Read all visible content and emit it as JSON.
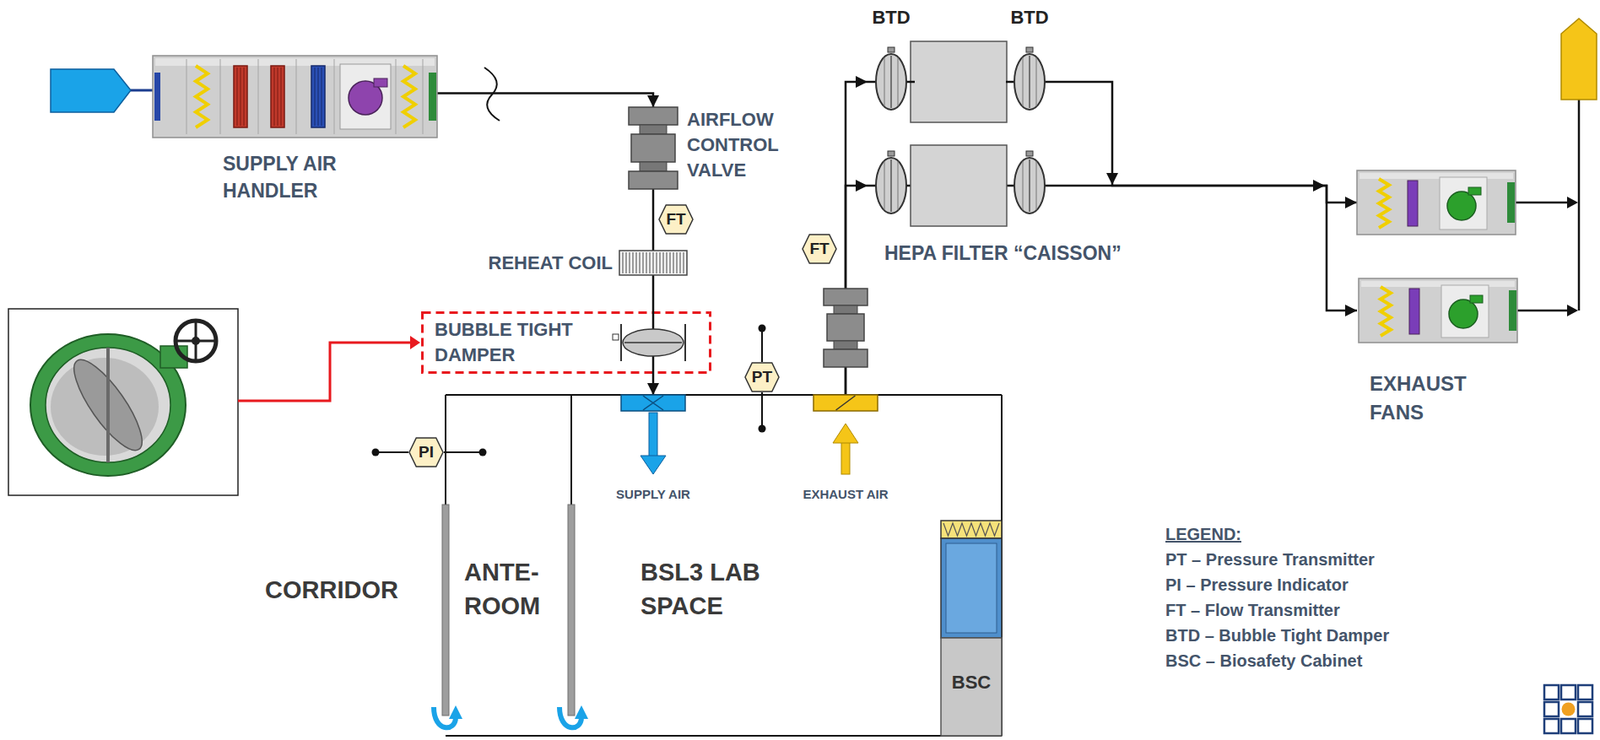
{
  "diagram": {
    "nodes": [
      {
        "text": [
          "SUPPLY AIR HANDLER"
        ]
      },
      {
        "text": [
          "AIRFLOW CONTROL VALVE"
        ]
      },
      {
        "text": [
          "FT"
        ]
      },
      {
        "text": [
          "REHEAT COIL"
        ]
      },
      {
        "text": [
          "BUBBLE TIGHT DAMPER"
        ]
      },
      {
        "text": [
          "ANTE- ROOM"
        ]
      },
      {
        "text": [
          "BSL3 LAB SPACE"
        ]
      },
      {
        "text": [
          "SUPPLY AIR"
        ],
        "in": 6
      },
      {
        "text": [
          "EXHAUST AIR"
        ],
        "in": 6
      },
      {
        "text": [
          "BSC"
        ],
        "in": 6
      },
      {
        "text": [
          "PT"
        ]
      },
      {
        "text": [
          "PI"
        ]
      },
      {
        "text": [
          "FT"
        ]
      },
      {
        "text": [
          "BTD"
        ]
      },
      {
        "text": [
          "BTD"
        ]
      },
      {
        "text": [
          "HEPA FILTER “CAISSON”"
        ]
      },
      {
        "text": [
          "EXHAUST FANS"
        ]
      }
    ],
    "edges": [
      {
        "from": 0,
        "to": 1,
        "arrow": "to"
      },
      {
        "from": 1,
        "to": 3,
        "arrow": "none"
      },
      {
        "from": 3,
        "to": 4,
        "arrow": "none"
      },
      {
        "from": 4,
        "to": 7,
        "arrow": "to"
      },
      {
        "from": 8,
        "to": 13,
        "arrow": "to"
      },
      {
        "from": 8,
        "to": 15,
        "arrow": "to"
      },
      {
        "from": 14,
        "to": 16,
        "arrow": "to"
      },
      {
        "from": 15,
        "to": 16,
        "arrow": "to"
      }
    ],
    "labels": [
      "CORRIDOR",
      "LEGEND:"
    ],
    "legend": [
      {
        "text": "PT – Pressure Transmitter"
      },
      {
        "text": "PI – Pressure Indicator"
      },
      {
        "text": "FT – Flow Transmitter"
      },
      {
        "text": "BTD – Bubble Tight Damper"
      },
      {
        "text": "BSC – Biosafety Cabinet"
      }
    ]
  }
}
